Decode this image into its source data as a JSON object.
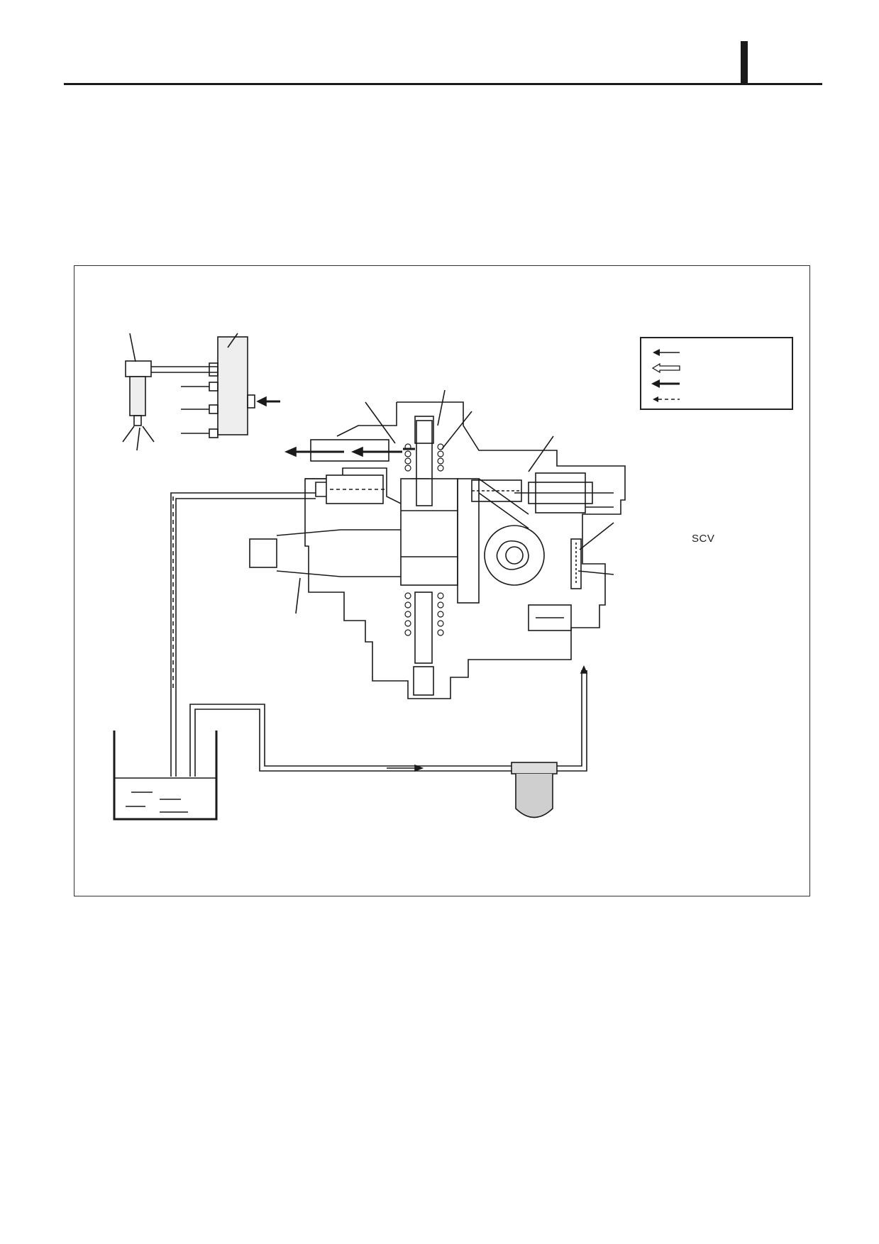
{
  "page": {
    "header_mark": "I"
  },
  "diagram": {
    "labels": {
      "scv": "SCV"
    },
    "legend": {
      "entries": [
        {
          "style": "thin-arrow"
        },
        {
          "style": "hollow-arrow"
        },
        {
          "style": "bold-arrow"
        },
        {
          "style": "dashed-arrow"
        }
      ]
    },
    "colors": {
      "line": "#1a1a1a",
      "speckle": "#555555"
    }
  }
}
